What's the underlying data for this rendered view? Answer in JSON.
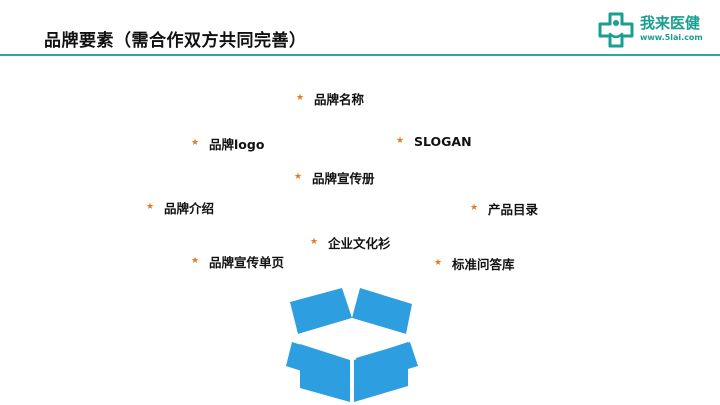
{
  "slide": {
    "title": "品牌要素（需合作双方共同完善）"
  },
  "logo": {
    "name": "我来医健",
    "url": "www.5lai.com",
    "color": "#1a9e8f"
  },
  "accent_colors": {
    "divider": "#2aa9a0",
    "star": "#e87a1e",
    "box": "#2d9ee0"
  },
  "bullet_icon": "star-icon",
  "elements": [
    {
      "label": "品牌名称"
    },
    {
      "label": "品牌logo"
    },
    {
      "label": "SLOGAN"
    },
    {
      "label": "品牌宣传册"
    },
    {
      "label": "品牌介绍"
    },
    {
      "label": "产品目录"
    },
    {
      "label": "企业文化衫"
    },
    {
      "label": "品牌宣传单页"
    },
    {
      "label": "标准问答库"
    }
  ],
  "illustration": "open-box-icon"
}
